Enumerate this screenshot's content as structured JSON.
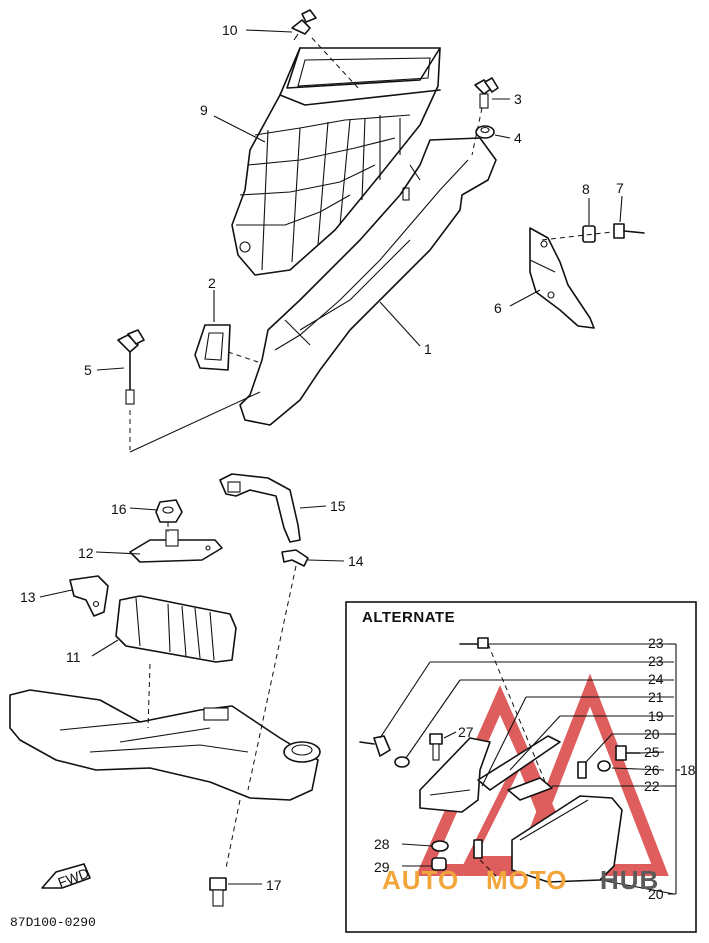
{
  "labels": {
    "l1": "1",
    "l2": "2",
    "l3": "3",
    "l4": "4",
    "l5": "5",
    "l6": "6",
    "l7": "7",
    "l8": "8",
    "l9": "9",
    "l10": "10",
    "l11": "11",
    "l12": "12",
    "l13": "13",
    "l14": "14",
    "l15": "15",
    "l16": "16",
    "l17": "17",
    "l18": "18",
    "l19": "19",
    "l20a": "20",
    "l20b": "20",
    "l21": "21",
    "l22": "22",
    "l23a": "23",
    "l23b": "23",
    "l24": "24",
    "l25": "25",
    "l26": "26",
    "l27": "27",
    "l28": "28",
    "l29": "29"
  },
  "alternate_title": "ALTERNATE",
  "fwd_label": "FWD",
  "diagram_code": "87D100-0290",
  "watermark": {
    "auto": "AUTO",
    "moto": "MOTO",
    "hub": "HUB",
    "red": "#d94141",
    "orange": "#f2a53a",
    "gray": "#5a5a5a"
  }
}
